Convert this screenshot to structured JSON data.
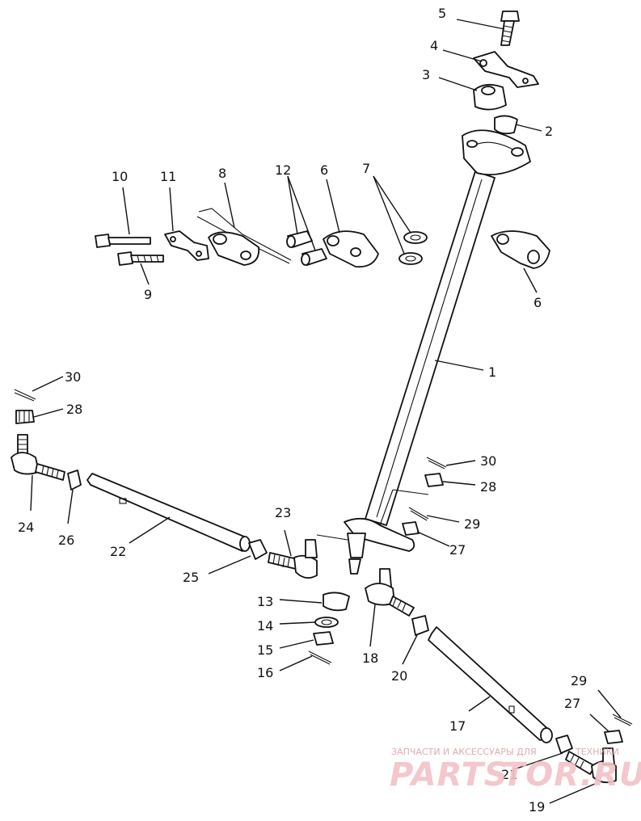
{
  "labels": {
    "l1": "1",
    "l2": "2",
    "l3": "3",
    "l4": "4",
    "l5": "5",
    "l6a": "6",
    "l6b": "6",
    "l7": "7",
    "l8": "8",
    "l9": "9",
    "l10": "10",
    "l11": "11",
    "l12": "12",
    "l13": "13",
    "l14": "14",
    "l15": "15",
    "l16": "16",
    "l17": "17",
    "l18": "18",
    "l19": "19",
    "l20": "20",
    "l21": "21",
    "l22": "22",
    "l23": "23",
    "l24": "24",
    "l25": "25",
    "l26": "26",
    "l27a": "27",
    "l27b": "27",
    "l28a": "28",
    "l28b": "28",
    "l29a": "29",
    "l29b": "29",
    "l30a": "30",
    "l30b": "30"
  },
  "watermark": {
    "tagline": "ЗАПЧАСТИ И АКСЕССУАРЫ ДЛЯ",
    "tagline_end": "ТЕХНИКИ",
    "brand": "PARTS",
    "brand_tail": "TOR.RU",
    "accent_color": "#e6323f"
  }
}
